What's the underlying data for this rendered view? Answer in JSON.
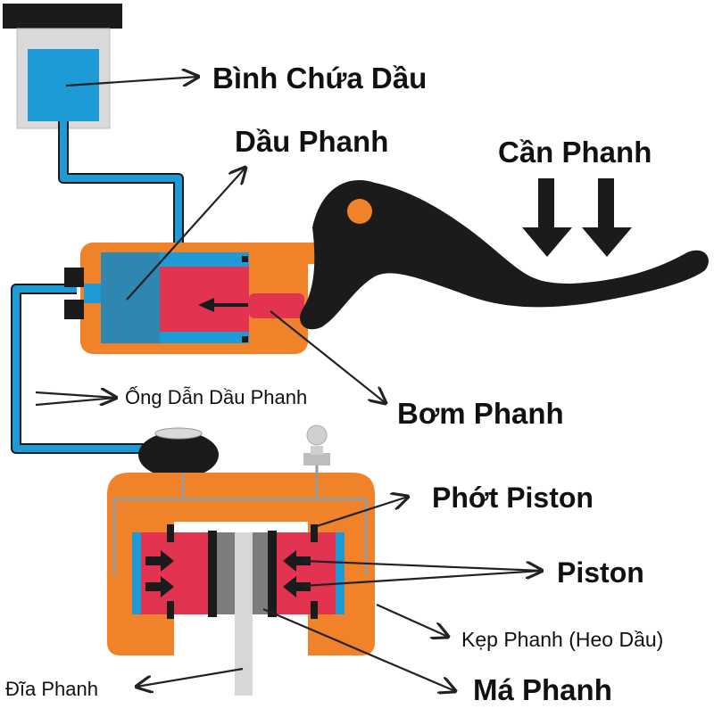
{
  "title": "Sơ đồ hệ thống phanh dầu",
  "labels": {
    "reservoir": "Bình Chứa Dầu",
    "brake_fluid": "Dầu Phanh",
    "brake_lever": "Cần Phanh",
    "brake_line": "Ống Dẫn Dầu Phanh",
    "master_cylinder": "Bơm Phanh",
    "piston_seal": "Phớt Piston",
    "piston": "Piston",
    "caliper": "Kẹp Phanh (Heo Dầu)",
    "brake_disc": "Đĩa Phanh",
    "brake_pad": "Má Phanh"
  },
  "colors": {
    "fluid": "#1e9ad6",
    "fluid_dark": "#2f86b0",
    "body": "#f0822a",
    "piston": "#e23350",
    "lever": "#1b1b1b",
    "reservoir_case": "#d9d9d9",
    "pad": "#7d7d7d",
    "disc": "#d7d7d7"
  }
}
